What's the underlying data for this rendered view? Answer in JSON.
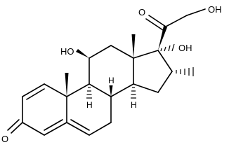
{
  "molecule": {
    "atom_labels": {
      "ho_c21": "OH",
      "o_c20": "O",
      "oh_c17": "OH",
      "ho_c11": "HO",
      "o_c3": "O"
    },
    "stereo_h": {
      "h_c9": "H",
      "h_c8": "H",
      "h_c14": "H"
    },
    "colors": {
      "bond": "#000000",
      "background": "#ffffff"
    }
  }
}
